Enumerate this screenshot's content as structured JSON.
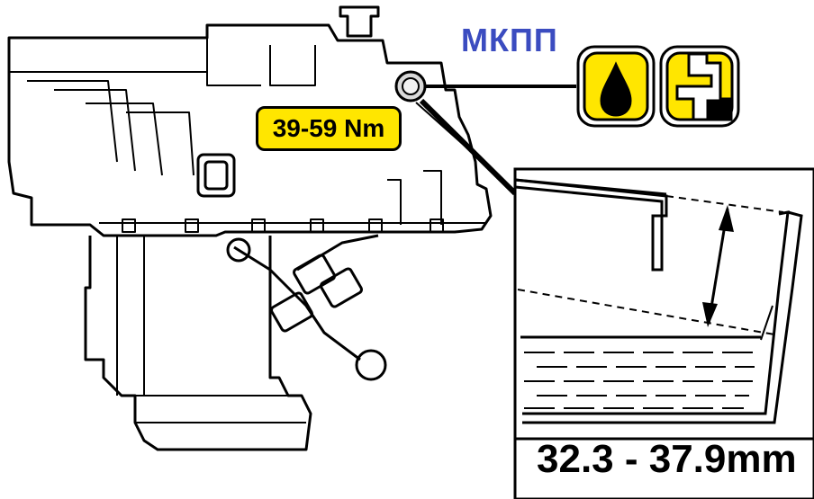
{
  "header": {
    "title": "МКПП"
  },
  "callout": {
    "torque": "39-59 Nm"
  },
  "detail": {
    "level_range": "32.3 - 37.9mm"
  },
  "icons": [
    "oil-drop-icon",
    "fill-plug-icon"
  ],
  "colors": {
    "badge": "#ffe600",
    "title": "#3b4cc0",
    "line": "#000000"
  }
}
